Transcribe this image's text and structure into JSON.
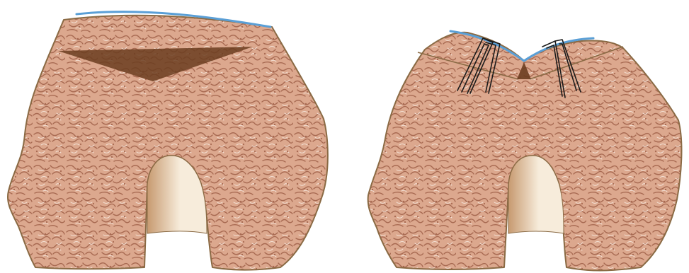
{
  "colors": {
    "background": "#ffffff",
    "bone_base": "#dca88e",
    "bone_dark": "#a86a52",
    "bone_light": "#f4e2d6",
    "outline": "#8a6a44",
    "cartilage": "#5a9fd6",
    "wedge": "#6b3d20",
    "notch_shadow": "#c79a70",
    "notch_light": "#f7ecdb",
    "staple": "#1c1c1c"
  },
  "panels": [
    {
      "state": "before",
      "features": [
        "bone-section",
        "cartilage-cap",
        "wedge-resection",
        "intercondylar-notch"
      ]
    },
    {
      "state": "after",
      "features": [
        "bone-section",
        "cartilage-cap",
        "osteotomy-gap",
        "staple",
        "staple",
        "intercondylar-notch"
      ]
    }
  ]
}
